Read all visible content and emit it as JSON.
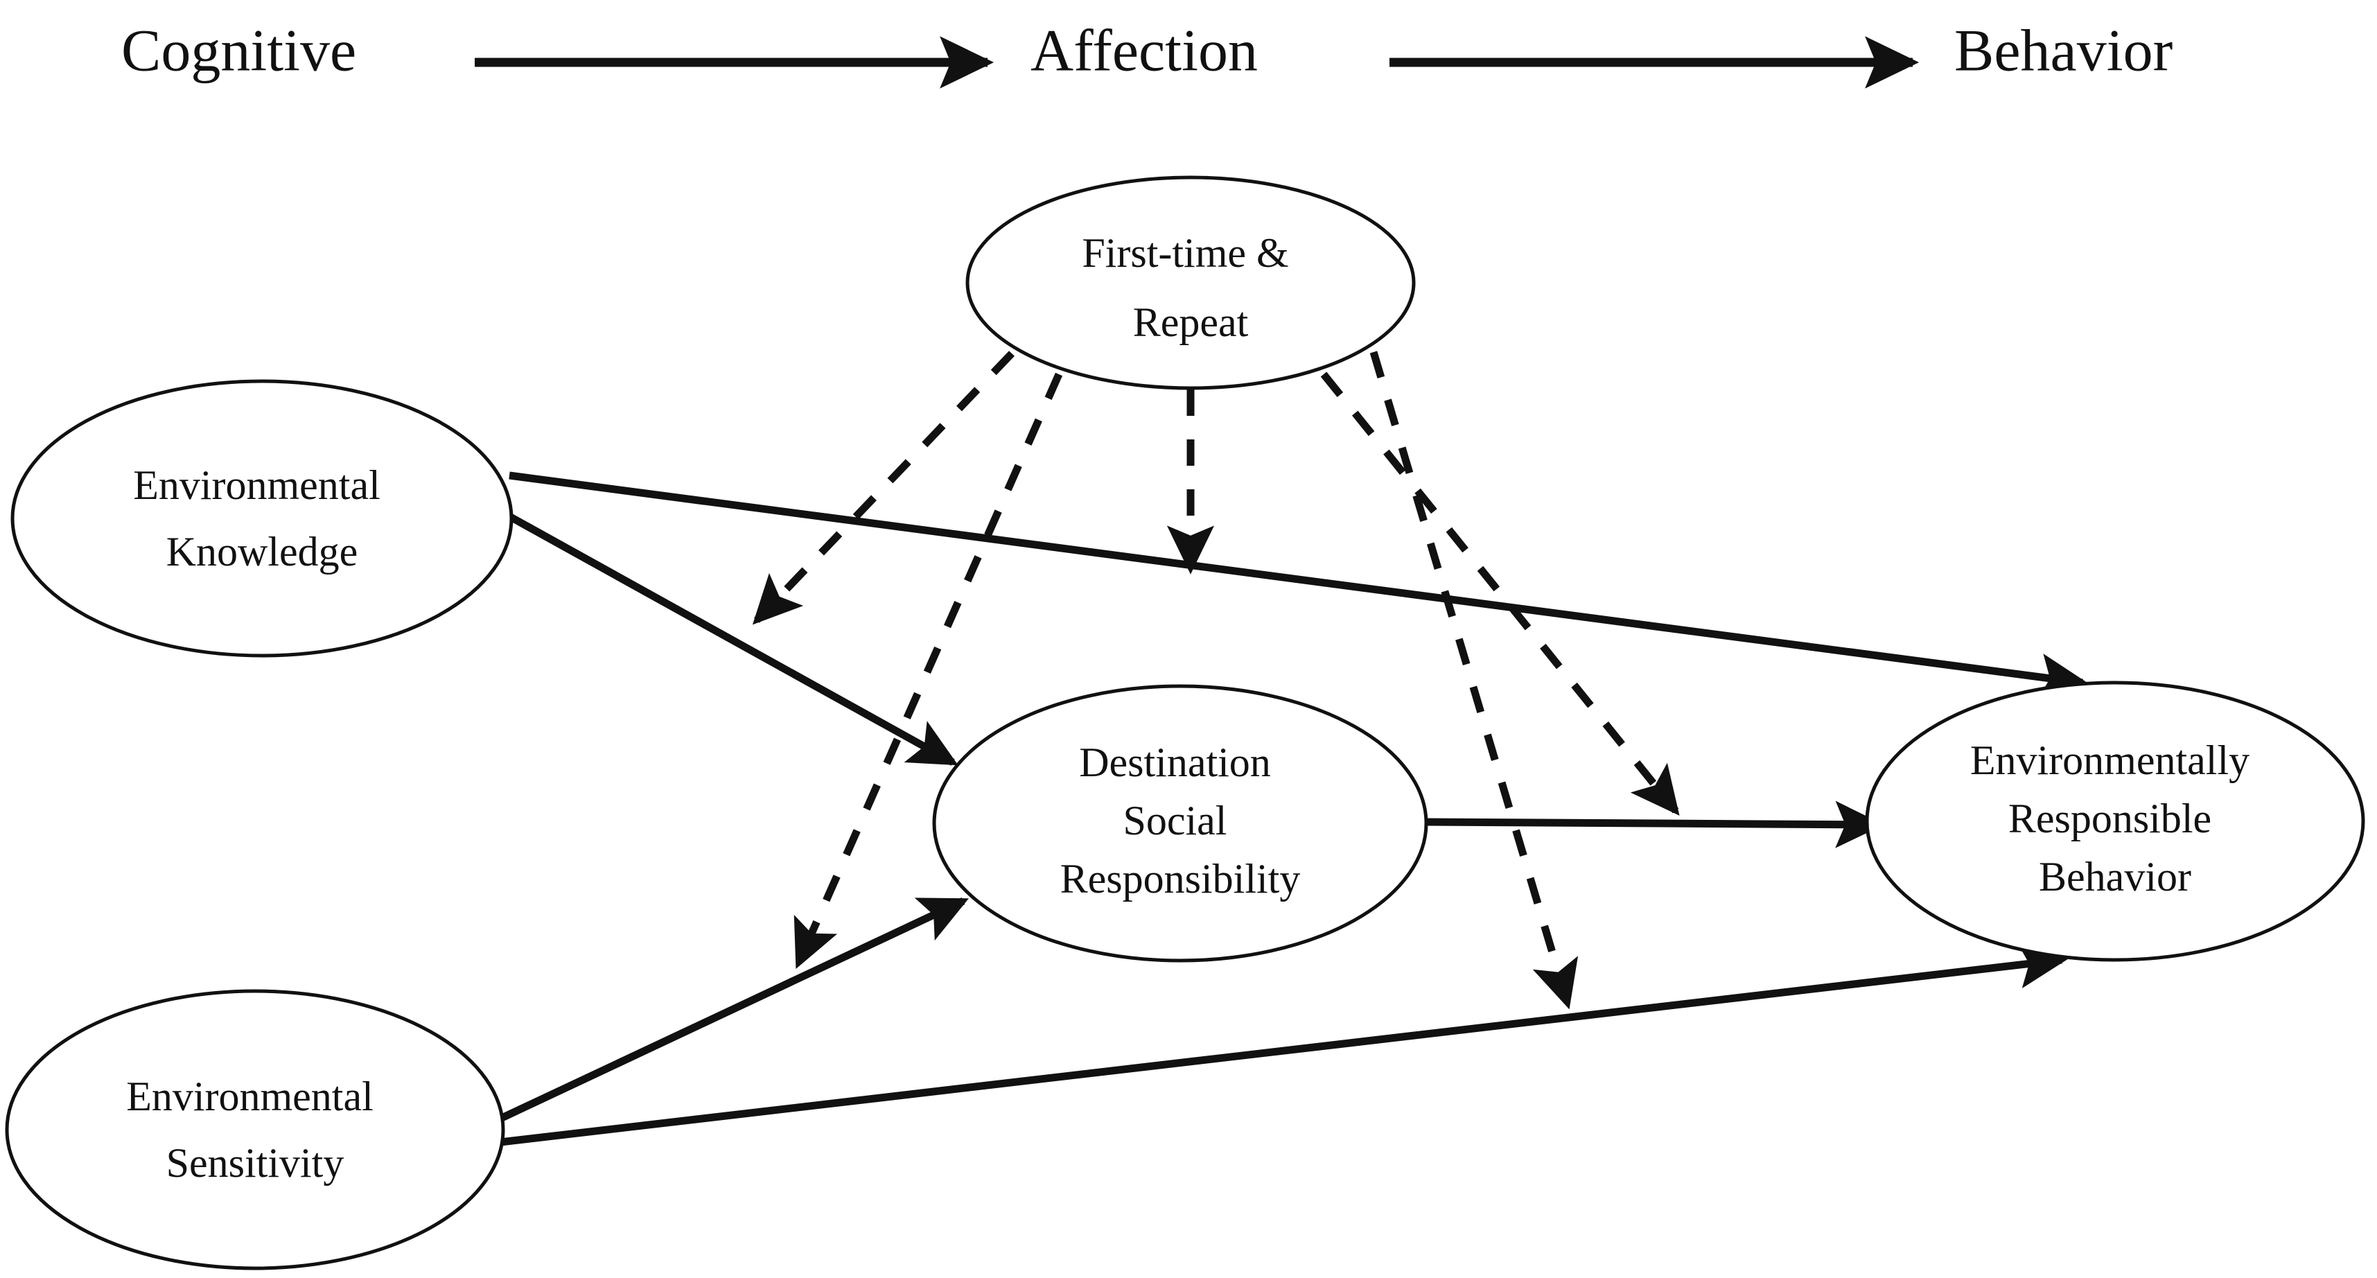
{
  "figure": {
    "type": "conceptual-model-diagram",
    "background_color": "#ffffff",
    "line_color": "#111111"
  },
  "header": {
    "stages": [
      {
        "id": "cognitive",
        "label": "Cognitive"
      },
      {
        "id": "affection",
        "label": "Affection"
      },
      {
        "id": "behavior",
        "label": "Behavior"
      }
    ],
    "connectors": [
      {
        "id": "cognitive-to-affection",
        "style": "solid",
        "arrow": "single"
      },
      {
        "id": "affection-to-behavior",
        "style": "solid",
        "arrow": "single"
      }
    ]
  },
  "nodes": [
    {
      "id": "environmental-knowledge",
      "lines": [
        "Environmental",
        "Knowledge"
      ],
      "stage": "Cognitive"
    },
    {
      "id": "environmental-sensitivity",
      "lines": [
        "Environmental",
        "Sensitivity"
      ],
      "stage": "Cognitive"
    },
    {
      "id": "first-time-repeat",
      "lines": [
        "First-time &",
        "Repeat"
      ],
      "stage": "Moderator"
    },
    {
      "id": "destination-social-responsibility",
      "lines": [
        "Destination",
        "Social",
        "Responsibility"
      ],
      "stage": "Affection"
    },
    {
      "id": "environmentally-responsible-behavior",
      "lines": [
        "Environmentally",
        "Responsible",
        "Behavior"
      ],
      "stage": "Behavior"
    }
  ],
  "edges": [
    {
      "id": "ek-to-erb",
      "from": "environmental-knowledge",
      "to": "environmentally-responsible-behavior",
      "style": "solid"
    },
    {
      "id": "ek-to-dsr",
      "from": "environmental-knowledge",
      "to": "destination-social-responsibility",
      "style": "solid"
    },
    {
      "id": "es-to-dsr",
      "from": "environmental-sensitivity",
      "to": "destination-social-responsibility",
      "style": "solid"
    },
    {
      "id": "es-to-erb",
      "from": "environmental-sensitivity",
      "to": "environmentally-responsible-behavior",
      "style": "solid"
    },
    {
      "id": "dsr-to-erb",
      "from": "destination-social-responsibility",
      "to": "environmentally-responsible-behavior",
      "style": "solid"
    }
  ],
  "moderator_edges": [
    {
      "id": "ftr-moderates-ek-to-dsr",
      "from": "first-time-repeat",
      "targets_edge": "ek-to-dsr",
      "style": "dashed"
    },
    {
      "id": "ftr-moderates-es-to-dsr",
      "from": "first-time-repeat",
      "targets_edge": "es-to-dsr",
      "style": "dashed"
    },
    {
      "id": "ftr-moderates-ek-to-erb",
      "from": "first-time-repeat",
      "targets_edge": "ek-to-erb",
      "style": "dashed"
    },
    {
      "id": "ftr-moderates-dsr-to-erb",
      "from": "first-time-repeat",
      "targets_edge": "dsr-to-erb",
      "style": "dashed"
    },
    {
      "id": "ftr-moderates-es-to-erb",
      "from": "first-time-repeat",
      "targets_edge": "es-to-erb",
      "style": "dashed"
    }
  ]
}
